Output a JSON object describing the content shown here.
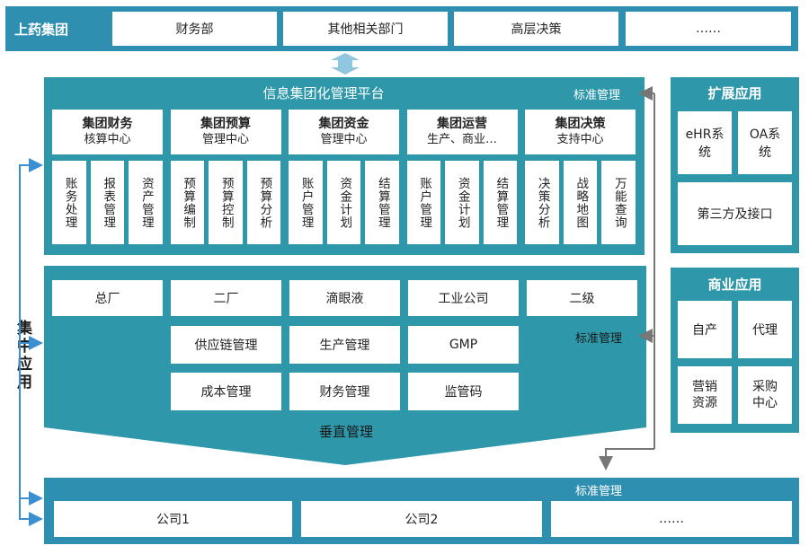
{
  "top": {
    "title": "上药集团",
    "items": [
      "财务部",
      "其他相关部门",
      "高层决策",
      "……"
    ]
  },
  "platform": {
    "title": "信息集团化管理平台",
    "std": "标准管理",
    "centers": [
      {
        "line1": "集团财务",
        "line2": "核算中心",
        "subs": [
          "账务处理",
          "报表管理",
          "资产管理"
        ]
      },
      {
        "line1": "集团预算",
        "line2": "管理中心",
        "subs": [
          "预算编制",
          "预算控制",
          "预算分析"
        ]
      },
      {
        "line1": "集团资金",
        "line2": "管理中心",
        "subs": [
          "账户管理",
          "资金计划",
          "结算管理"
        ]
      },
      {
        "line1": "集团运营",
        "line2": "生产、商业…",
        "subs": [
          "账户管理",
          "资金计划",
          "结算管理"
        ]
      },
      {
        "line1": "集团决策",
        "line2": "支持中心",
        "subs": [
          "决策分析",
          "战略地图",
          "万能查询"
        ]
      }
    ]
  },
  "vertical": {
    "units": [
      "总厂",
      "二厂",
      "滴眼液",
      "工业公司",
      "二级"
    ],
    "row2": [
      "供应链管理",
      "生产管理",
      "GMP"
    ],
    "row3": [
      "成本管理",
      "财务管理",
      "监管码"
    ],
    "title": "垂直管理",
    "std": "标准管理"
  },
  "extend": {
    "title": "扩展应用",
    "items": [
      "eHR系统",
      "OA系统"
    ],
    "wide": "第三方及接口"
  },
  "commerce": {
    "title": "商业应用",
    "items": [
      "自产",
      "代理",
      "营销资源",
      "采购中心"
    ]
  },
  "bottom": {
    "std": "标准管理",
    "items": [
      "公司1",
      "公司2",
      "……"
    ]
  },
  "left": {
    "label": "集中应用"
  },
  "colors": {
    "band": "#2f8fb0",
    "teal": "#2e97a9",
    "arrow": "#3a8fd0",
    "gray": "#777777"
  }
}
